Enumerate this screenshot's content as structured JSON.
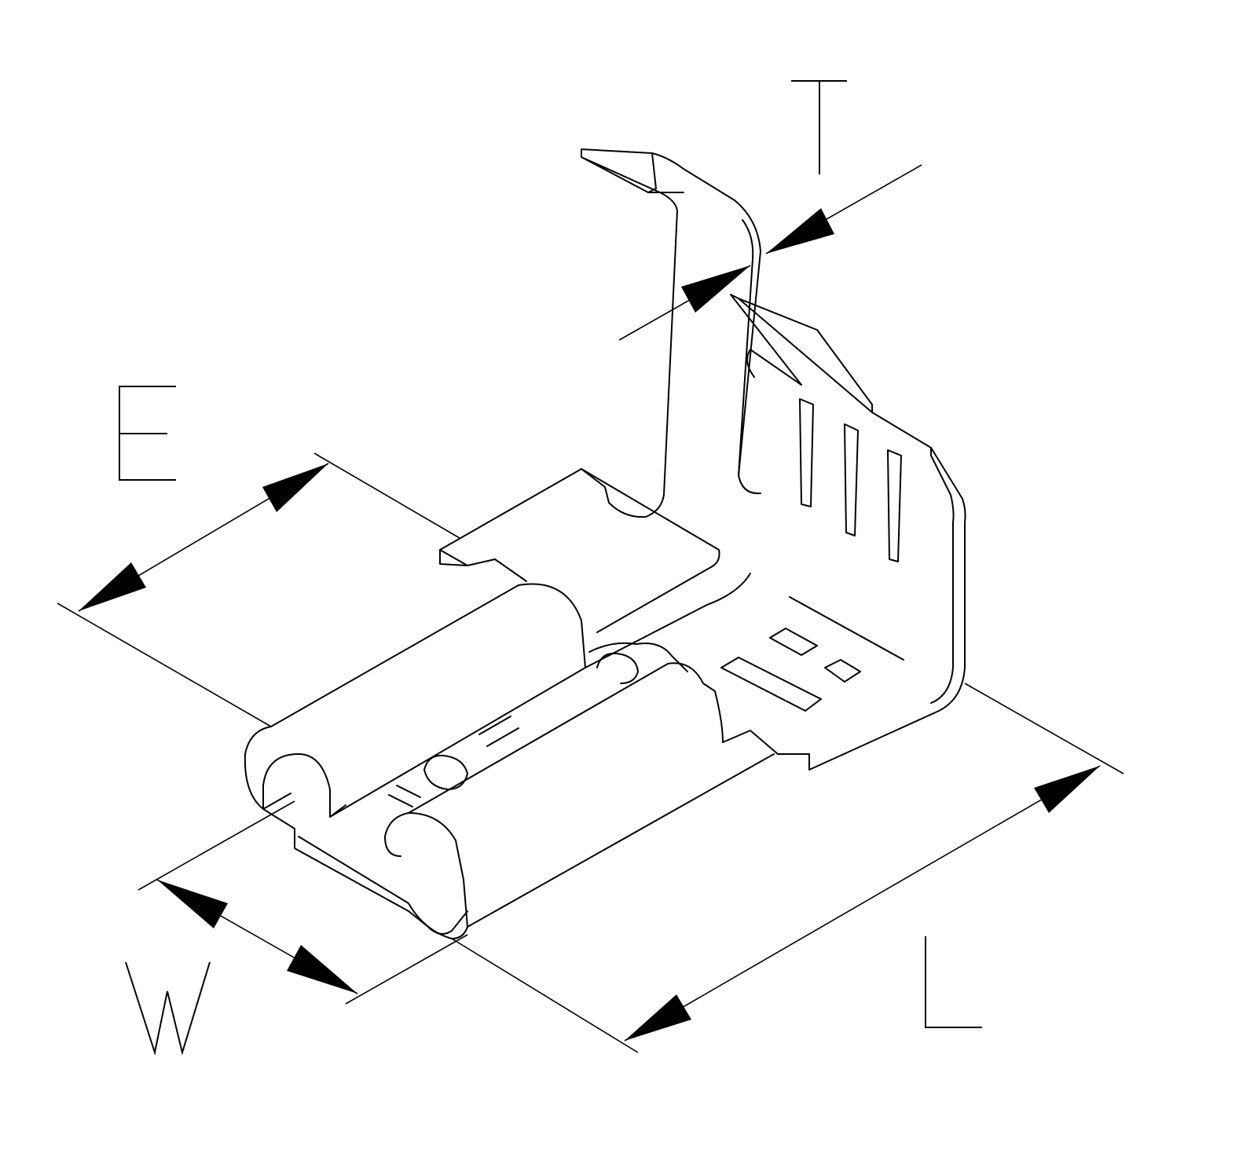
{
  "drawing": {
    "dimension_labels": {
      "thickness": "T",
      "extension": "E",
      "width": "W",
      "length": "L"
    },
    "line_color": "#000000",
    "background_color": "#ffffff"
  }
}
